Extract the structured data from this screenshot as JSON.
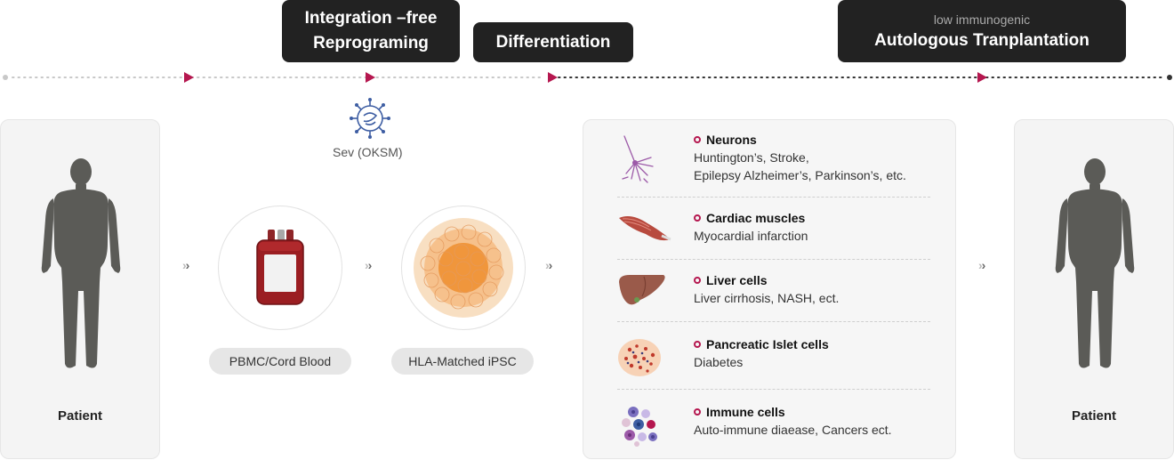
{
  "steps": {
    "reprogramming": {
      "line1": "Integration –free",
      "line2": "Reprograming"
    },
    "differentiation": {
      "label": "Differentiation"
    },
    "transplantation": {
      "sub": "low immunogenic",
      "label": "Autologous Tranplantation"
    }
  },
  "colors": {
    "accent": "#b5174f",
    "dark": "#222222",
    "card": "#f4f4f4",
    "silhouette": "#5b5b57"
  },
  "patient_left": {
    "label": "Patient",
    "icon": "human-silhouette-icon"
  },
  "vector": {
    "label": "Sev (OKSM)",
    "icon": "virus-icon"
  },
  "source": {
    "label": "PBMC/Cord Blood",
    "icon": "blood-bag-icon"
  },
  "ipsc": {
    "label": "HLA-Matched iPSC",
    "icon": "cell-colony-icon"
  },
  "cells": [
    {
      "title": "Neurons",
      "desc1": "Huntington’s, Stroke,",
      "desc2": "Epilepsy Alzheimer’s, Parkinson’s, etc.",
      "icon": "neuron-icon"
    },
    {
      "title": "Cardiac muscles",
      "desc1": "Myocardial infarction",
      "icon": "muscle-icon"
    },
    {
      "title": "Liver cells",
      "desc1": "Liver cirrhosis, NASH, ect.",
      "icon": "liver-icon"
    },
    {
      "title": "Pancreatic Islet cells",
      "desc1": "Diabetes",
      "icon": "islet-cells-icon"
    },
    {
      "title": "Immune cells",
      "desc1": "Auto-immune diaease, Cancers ect.",
      "icon": "immune-cells-icon"
    }
  ],
  "patient_right": {
    "label": "Patient",
    "icon": "human-silhouette-icon"
  }
}
